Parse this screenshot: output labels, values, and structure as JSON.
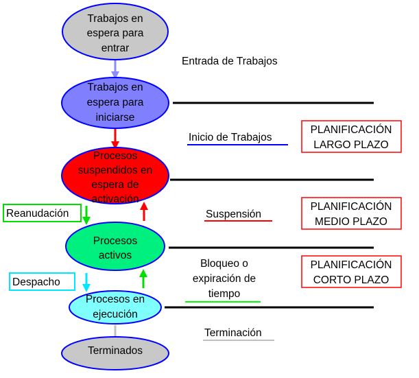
{
  "states": [
    {
      "lines": [
        "Trabajos en",
        "espera para",
        "entrar"
      ],
      "color": "#c8c8c8"
    },
    {
      "lines": [
        "Trabajos en",
        "espera para",
        "iniciarse"
      ],
      "color": "#8080ff"
    },
    {
      "lines": [
        "Procesos",
        "suspendidos en",
        "espera de",
        "activación"
      ],
      "color": "#ff0000"
    },
    {
      "lines": [
        "Procesos",
        "activos"
      ],
      "color": "#00f080"
    },
    {
      "lines": [
        "Procesos en",
        "ejecución"
      ],
      "color": "#80ffff"
    },
    {
      "lines": [
        "Terminados"
      ],
      "color": "#c8c8c8"
    }
  ],
  "transitions": {
    "entrada": "Entrada de Trabajos",
    "inicio": "Inicio de Trabajos",
    "suspension": "Suspensión",
    "bloqueo": [
      "Bloqueo o",
      "expiración de",
      "tiempo"
    ],
    "terminacion": "Terminación",
    "reanudacion": "Reanudación",
    "despacho": "Despacho"
  },
  "planning": [
    {
      "lines": [
        "PLANIFICACIÓN",
        "LARGO PLAZO"
      ]
    },
    {
      "lines": [
        "PLANIFICACIÓN",
        "MEDIO PLAZO"
      ]
    },
    {
      "lines": [
        "PLANIFICACIÓN",
        "CORTO PLAZO"
      ]
    }
  ],
  "colors": {
    "outline": "#0000ff",
    "planning_border": "#ff0000",
    "reanudacion": "#00e000",
    "despacho": "#00e8ff"
  }
}
